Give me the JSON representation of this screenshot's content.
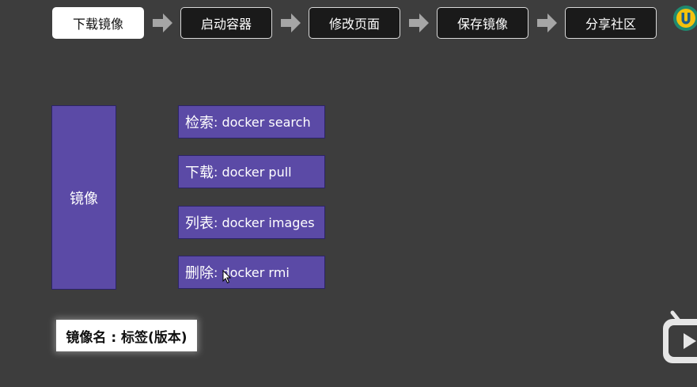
{
  "workflow": {
    "steps": [
      "下载镜像",
      "启动容器",
      "修改页面",
      "保存镜像",
      "分享社区"
    ]
  },
  "main": {
    "title": "镜像",
    "commands": [
      {
        "action": "检索",
        "sep": ":",
        "command": "docker search"
      },
      {
        "action": "下载",
        "sep": ":",
        "command": "docker pull"
      },
      {
        "action": "列表",
        "sep": ":",
        "command": "docker images"
      },
      {
        "action": "删除",
        "sep": ":",
        "command": "docker rmi"
      }
    ],
    "name_format": "镜像名 : 标签(版本)"
  },
  "colors": {
    "background": "#3d3d3d",
    "box_purple": "#5b4aa6",
    "step_dark": "#1a1a1a",
    "step_active": "#ffffff"
  },
  "icons": {
    "arrow": "right-arrow-icon",
    "logo": "channel-logo-icon",
    "watermark": "tv-watermark-icon",
    "cursor": "mouse-cursor-icon"
  }
}
